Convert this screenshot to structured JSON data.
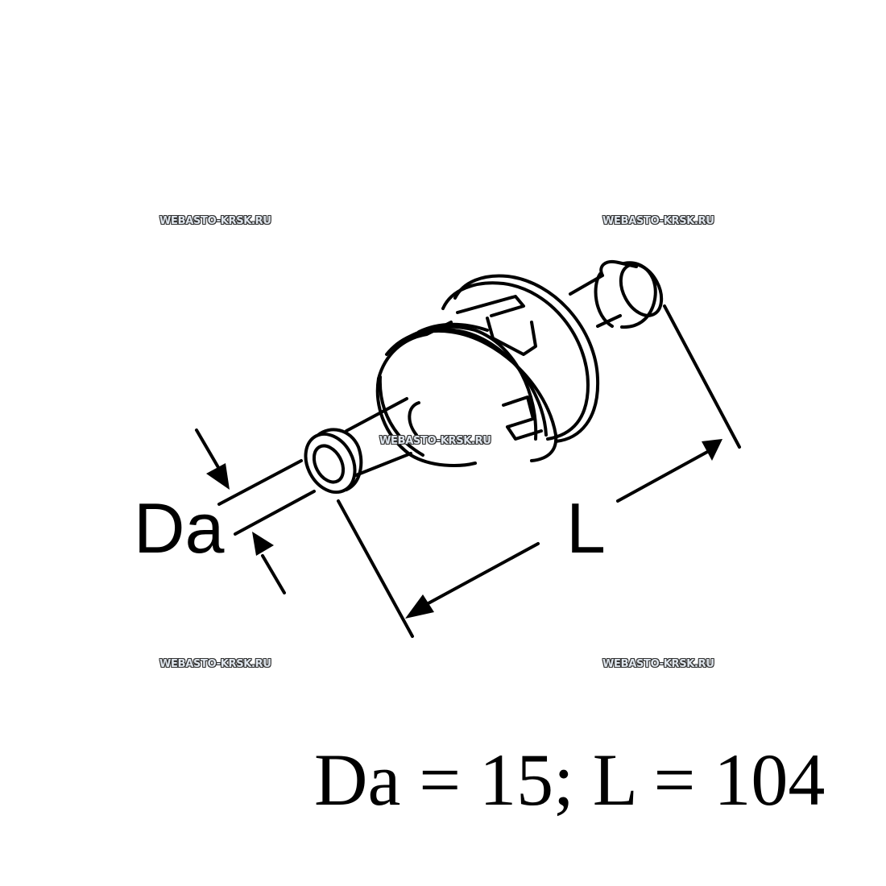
{
  "diagram": {
    "subject": "hose-connector-fitting",
    "labels": {
      "diameter_label": "Da",
      "length_label": "L"
    },
    "formula": "Da = 15; L = 104",
    "dimensions": {
      "Da": 15,
      "L": 104
    }
  },
  "watermarks": [
    {
      "text": "WEBASTO-KRSK.RU"
    },
    {
      "text": "WEBASTO-KRSK.RU"
    },
    {
      "text": "WEBASTO-KRSK.RU"
    },
    {
      "text": "WEBASTO-KRSK.RU"
    },
    {
      "text": "WEBASTO-KRSK.RU"
    }
  ],
  "colors": {
    "line": "#000000",
    "background": "#ffffff",
    "watermark_fill": "#dfe6ee",
    "watermark_outline": "#333333"
  }
}
